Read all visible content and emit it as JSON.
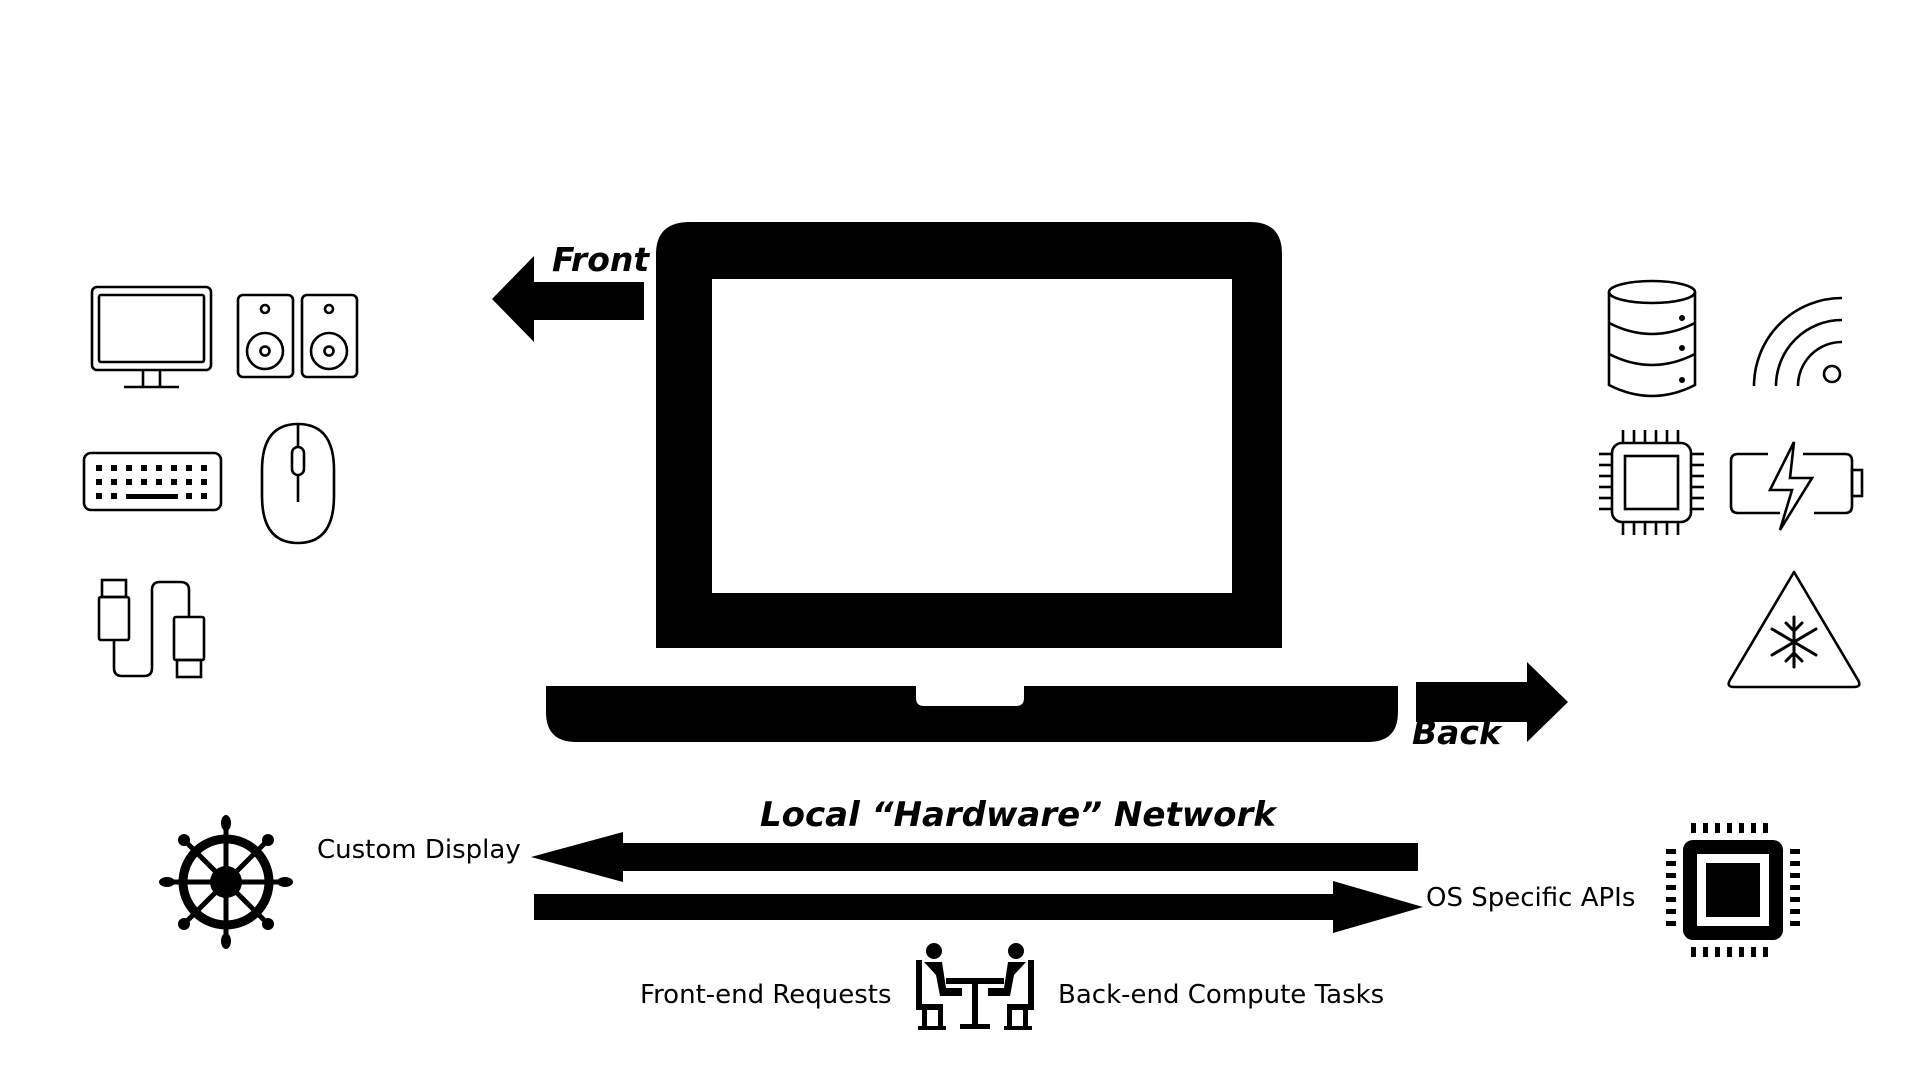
{
  "labels": {
    "front": "Front",
    "back": "Back",
    "network_title": "Local “Hardware” Network",
    "custom_display": "Custom Display",
    "os_apis": "OS Specific APIs",
    "frontend_requests": "Front-end Requests",
    "backend_tasks": "Back-end Compute Tasks"
  },
  "icons": {
    "front_devices": [
      "monitor-icon",
      "speakers-icon",
      "keyboard-icon",
      "mouse-icon",
      "usb-cable-icon"
    ],
    "back_devices": [
      "database-icon",
      "wireless-signal-icon",
      "cpu-chip-icon",
      "battery-charging-icon",
      "cooling-warning-icon"
    ],
    "network": [
      "helm-wheel-icon",
      "processor-icon",
      "meeting-people-icon"
    ]
  },
  "colors": {
    "foreground": "#000000",
    "background": "#ffffff"
  }
}
